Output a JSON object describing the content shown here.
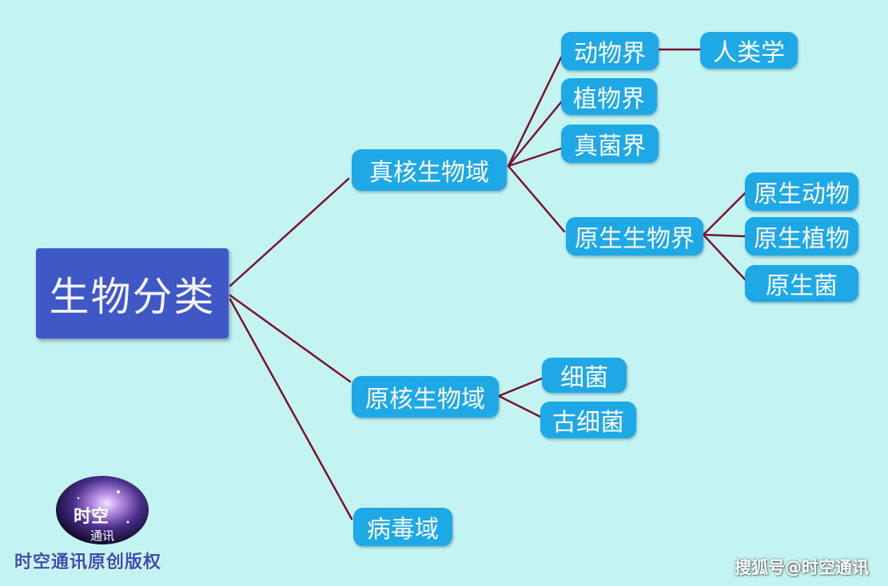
{
  "root": {
    "label": "生物分类"
  },
  "domains": {
    "eukaryote": "真核生物域",
    "prokaryote": "原核生物域",
    "virus": "病毒域"
  },
  "kingdoms": {
    "animal": "动物界",
    "plant": "植物界",
    "fungi": "真菌界",
    "protist": "原生生物界"
  },
  "leaves": {
    "anthropology": "人类学",
    "protozoa": "原生动物",
    "protophyta": "原生植物",
    "protofungi": "原生菌",
    "bacteria": "细菌",
    "archaea": "古细菌"
  },
  "branding": {
    "logo_text": "时空通讯原创版权",
    "logo_line1": "时空",
    "logo_line2": "通讯",
    "watermark": "搜狐号@时空通讯"
  },
  "colors": {
    "background": "#c4f4f1",
    "root": "#4058c5",
    "node": "#1fa8e6",
    "connector": "#7a1130"
  }
}
